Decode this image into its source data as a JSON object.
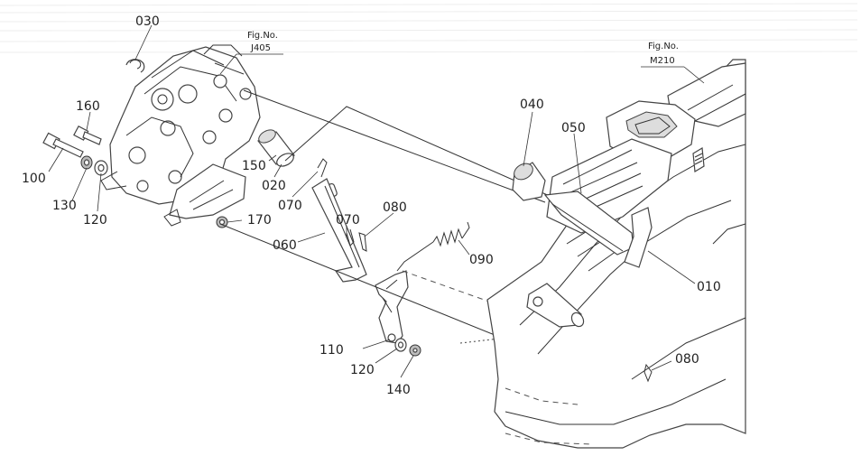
{
  "figure_refs": [
    {
      "line1": "Fig.No.",
      "line2": "J405"
    },
    {
      "line1": "Fig.No.",
      "line2": "M210"
    }
  ],
  "part_labels": [
    "030",
    "160",
    "100",
    "130",
    "120",
    "150",
    "020",
    "170",
    "070",
    "060",
    "070",
    "080",
    "090",
    "040",
    "050",
    "010",
    "110",
    "120",
    "140",
    "080"
  ]
}
